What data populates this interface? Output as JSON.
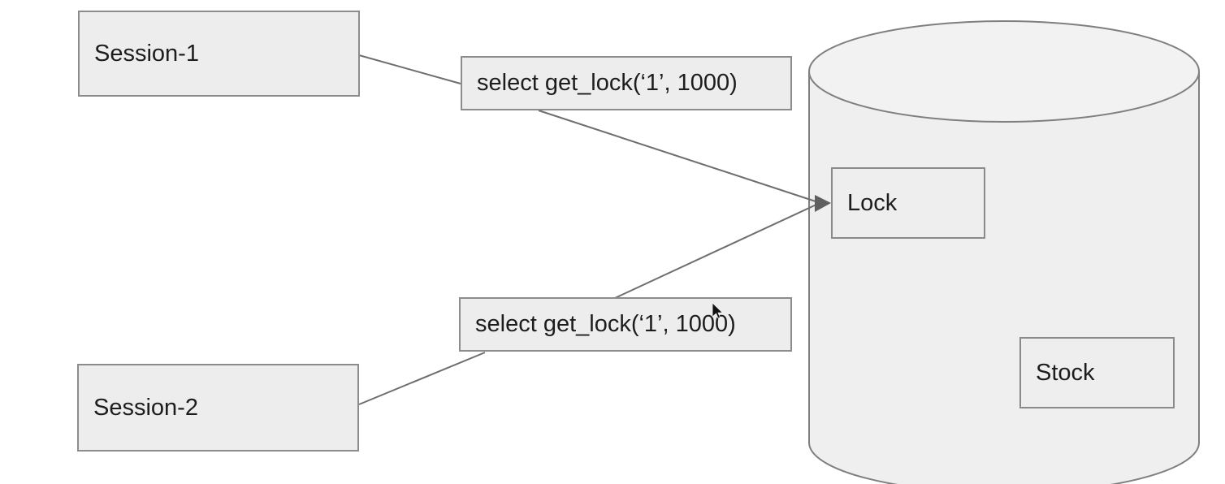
{
  "diagram": {
    "title": "get_lock sessions diagram",
    "nodes": {
      "session1": {
        "label": "Session-1"
      },
      "session2": {
        "label": "Session-2"
      },
      "query1": {
        "label": "select get_lock(‘1’, 1000)"
      },
      "query2": {
        "label": "select get_lock(‘1’, 1000)"
      },
      "lock": {
        "label": "Lock"
      },
      "stock": {
        "label": "Stock"
      }
    },
    "database": {
      "shape": "cylinder",
      "contains": [
        "Lock",
        "Stock"
      ]
    },
    "connectors": [
      {
        "from": "Session-1",
        "to": "query1",
        "arrow": false
      },
      {
        "from": "query1",
        "to": "Lock",
        "arrow": true
      },
      {
        "from": "Session-2",
        "to": "query2",
        "arrow": false
      },
      {
        "from": "query2",
        "to": "Lock",
        "arrow": true
      }
    ],
    "colors": {
      "background": "#ffffff",
      "node_fill": "#ededed",
      "node_border": "#8c8c8c",
      "cylinder_fill": "#efefef",
      "cylinder_top_fill": "#f2f2f2",
      "cylinder_border": "#7f7f7f",
      "connector_line": "#6e6e6e",
      "arrowhead": "#5f5f5f",
      "text": "#1d1d1d",
      "cursor": "#111111"
    }
  }
}
